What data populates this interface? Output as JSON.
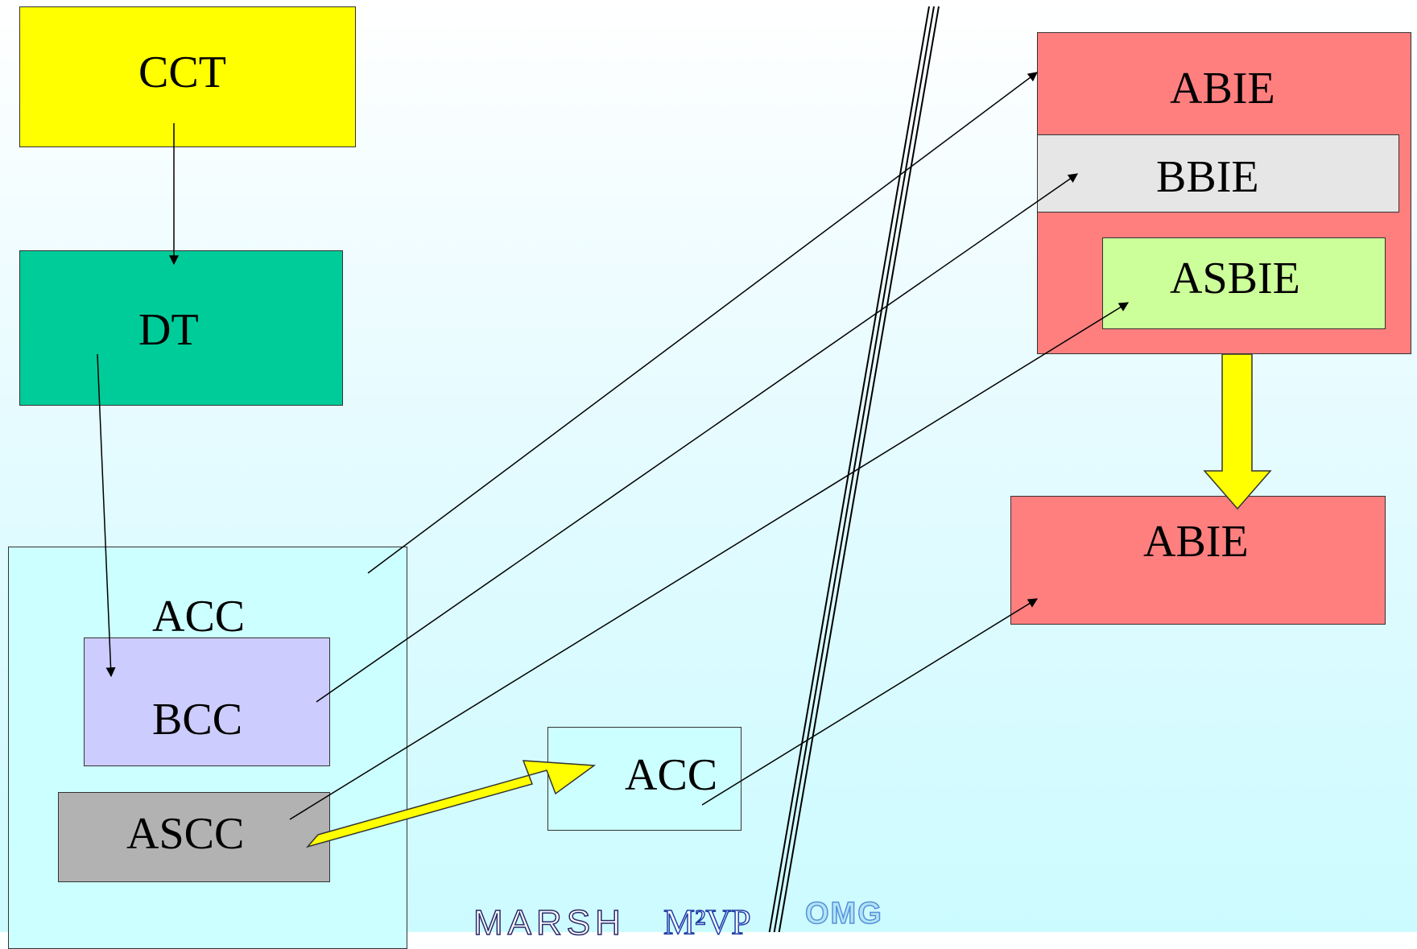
{
  "nodes": {
    "cct": "CCT",
    "dt": "DT",
    "acc_outer": "ACC",
    "bcc": "BCC",
    "ascc": "ASCC",
    "acc_small": "ACC",
    "abie_top": "ABIE",
    "bbie": "BBIE",
    "asbie": "ASBIE",
    "abie_bottom": "ABIE"
  },
  "logos": {
    "marsh": "MARSH",
    "m2vp": "M²VP",
    "omg": "OMG"
  },
  "colors": {
    "cct": "#ffff00",
    "dt": "#00cc99",
    "acc": "#ccffff",
    "bcc": "#ccccff",
    "ascc": "#b2b2b2",
    "abie": "#ff7f7f",
    "bbie": "#e6e6e6",
    "asbie": "#ccff99",
    "big_arrow": "#ffff00"
  }
}
